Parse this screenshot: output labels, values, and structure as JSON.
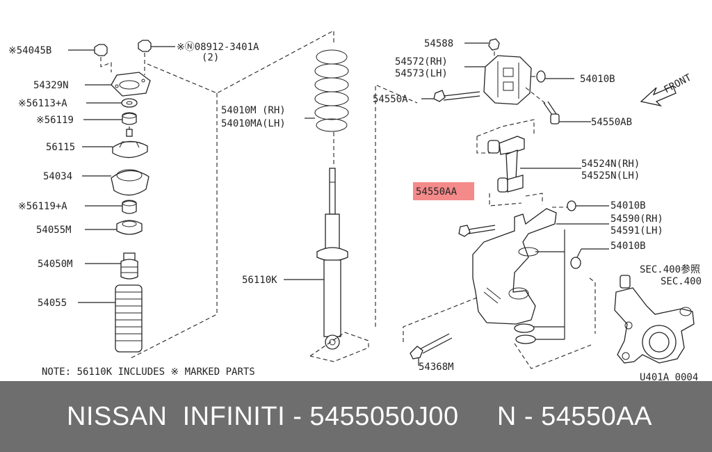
{
  "labels": {
    "p54045B": "※54045B",
    "p08912": "※Ⓝ08912-3401A",
    "p08912qty": "(2)",
    "p54329N": "54329N",
    "p56113A": "※56113+A",
    "p56119": "※56119",
    "p56115": "56115",
    "p54034": "54034",
    "p56119A": "※56119+A",
    "p54055M": "54055M",
    "p54050M": "54050M",
    "p54055": "54055",
    "p54010M": "54010M (RH)",
    "p54010MA": "54010MA(LH)",
    "p56110K": "56110K",
    "p54588": "54588",
    "p54572": "54572(RH)",
    "p54573": "54573(LH)",
    "p54010B_1": "54010B",
    "p54550A": "54550A",
    "p54550AB": "54550AB",
    "front": "FRONT",
    "p54524N": "54524N(RH)",
    "p54525N": "54525N(LH)",
    "p54550AA": "54550AA",
    "p54010B_2": "54010B",
    "p54590": "54590(RH)",
    "p54591": "54591(LH)",
    "p54010B_3": "54010B",
    "sec400ref": "SEC.400参照",
    "sec400": "SEC.400",
    "p54368M": "54368M",
    "note": "NOTE: 56110K INCLUDES ※ MARKED PARTS",
    "code": "U401A 0004"
  },
  "highlight_color": "#f48a8a",
  "footer_text": "NISSAN  INFINITI - 5455050J00     N - 54550AA"
}
